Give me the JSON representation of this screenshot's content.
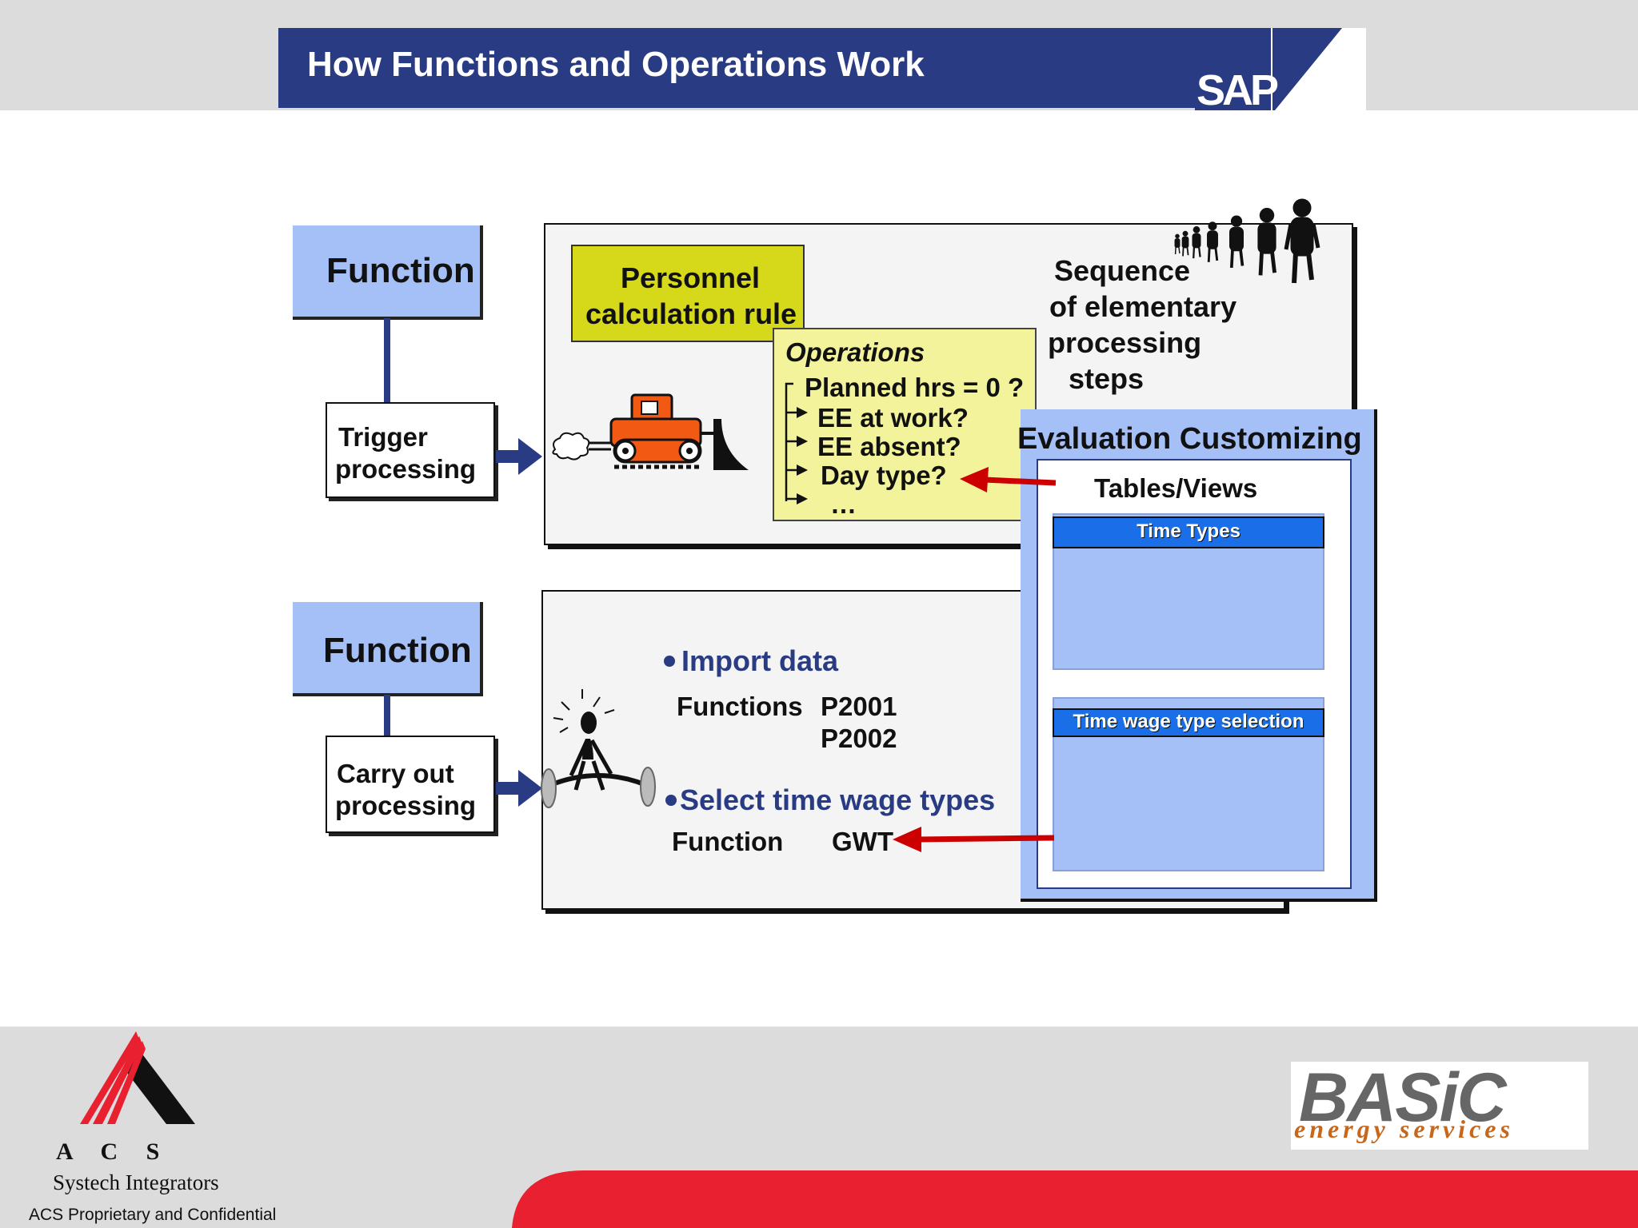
{
  "header": {
    "title": "How Functions and Operations Work",
    "logo_text": "SAP"
  },
  "top_section": {
    "function_label": "Function",
    "trigger_line1": "Trigger",
    "trigger_line2": "processing",
    "pcr_line1": "Personnel",
    "pcr_line2": "calculation rule",
    "operations_title": "Operations",
    "operations": [
      "Planned hrs = 0 ?",
      "EE at work?",
      "EE absent?",
      "Day type?",
      "…"
    ],
    "sequence_lines": [
      "Sequence",
      "of elementary",
      "processing",
      "steps"
    ]
  },
  "bottom_section": {
    "function_label": "Function",
    "carry_line1": "Carry out",
    "carry_line2": "processing",
    "import_data": "Import data",
    "functions_label": "Functions",
    "function_codes": [
      "P2001",
      "P2002"
    ],
    "select_wage": "Select time wage types",
    "function_label2": "Function",
    "gwt": "GWT"
  },
  "customizing": {
    "title": "Evaluation Customizing",
    "tables_views": "Tables/Views",
    "table1": "Time Types",
    "table2": "Time wage type selection"
  },
  "footer": {
    "acs_letters": "A  C  S",
    "company": "Systech Integrators",
    "confidential": "ACS Proprietary and Confidential",
    "basic_logo": "BASiC",
    "basic_sub": "energy services"
  },
  "colors": {
    "title_bar": "#293b82",
    "function_box": "#a5bff7",
    "pcr_box": "#d6d81a",
    "operations_box": "#f2f39a",
    "arrow_red": "#cc0000",
    "footer_red": "#e8202f"
  }
}
